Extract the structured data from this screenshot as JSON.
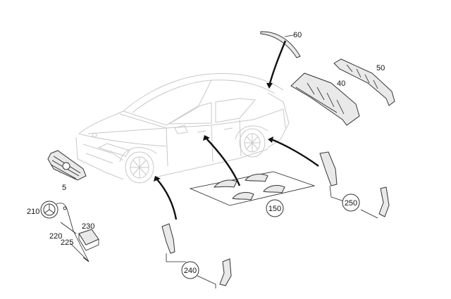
{
  "callouts": {
    "p5": "5",
    "p40": "40",
    "p50": "50",
    "p60": "60",
    "p150": "150",
    "p210": "210",
    "p220": "220",
    "p225": "225",
    "p230": "230",
    "p240": "240",
    "p250": "250"
  },
  "colors": {
    "line": "#333333",
    "car_outline": "#c8c8c8",
    "part_fill": "#e9e9e9",
    "background": "#ffffff"
  }
}
